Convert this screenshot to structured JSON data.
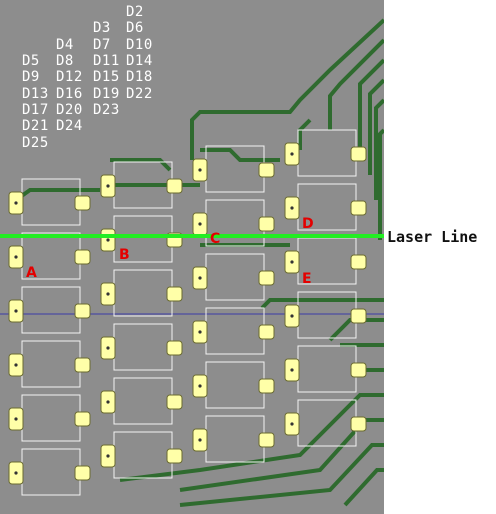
{
  "designators": [
    [
      "",
      "",
      "",
      "",
      "D2",
      ""
    ],
    [
      "",
      "",
      "D3",
      "D6"
    ],
    [
      "",
      "D4",
      "D7",
      "D10"
    ],
    [
      "D5",
      "D8",
      "D11",
      "D14"
    ],
    [
      "D9",
      "D12",
      "D15",
      "D18"
    ],
    [
      "D13",
      "D16",
      "D19",
      "D22"
    ],
    [
      "D17",
      "D20",
      "D23",
      ""
    ],
    [
      "D21",
      "D24",
      "",
      ""
    ],
    [
      "D25",
      "",
      "",
      ""
    ]
  ],
  "markers": {
    "a": "A",
    "b": "B",
    "c": "C",
    "d": "D",
    "e": "E"
  },
  "laser_label": "Laser Line",
  "colors": {
    "board": "#8d8d8d",
    "trace": "#2f6b2f",
    "pad": "#ffffa8",
    "laser": "#22ee22",
    "marker": "#e40000"
  }
}
